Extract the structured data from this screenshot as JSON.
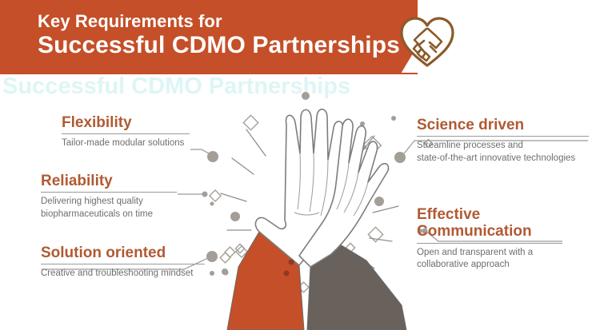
{
  "header": {
    "line1": "Key Requirements for",
    "line2": "Successful CDMO Partnerships",
    "band_color": "#C44F28",
    "text_color": "#FFFFFF",
    "ghost_text": "Successful CDMO Partnerships"
  },
  "logo": {
    "name": "heart-handshake-logo",
    "stroke_color": "#8C5A2B"
  },
  "illustration": {
    "name": "high-five-hands-illustration",
    "sleeve_left_color": "#C44F28",
    "sleeve_right_color": "#68615C",
    "outline_color": "#8a8a8a",
    "decor_color": "#A49E98"
  },
  "theme": {
    "title_color": "#B05A33",
    "desc_color": "#6E6E6E",
    "rule_color": "#9A9A9A",
    "accent": "#C44F28"
  },
  "items": [
    {
      "id": "flexibility",
      "title": "Flexibility",
      "desc": "Tailor-made modular solutions",
      "side": "left"
    },
    {
      "id": "reliability",
      "title": "Reliability",
      "desc": "Delivering highest quality\nbiopharmaceuticals on time",
      "side": "left"
    },
    {
      "id": "solution-oriented",
      "title": "Solution oriented",
      "desc": "Creative and troubleshooting mindset",
      "side": "left"
    },
    {
      "id": "science-driven",
      "title": "Science driven",
      "desc": "Streamline processes and\nstate-of-the-art innovative technologies",
      "side": "right"
    },
    {
      "id": "effective-communication",
      "title": "Effective\nCommunication",
      "desc": "Open and transparent with a\ncollaborative approach",
      "side": "right"
    }
  ]
}
